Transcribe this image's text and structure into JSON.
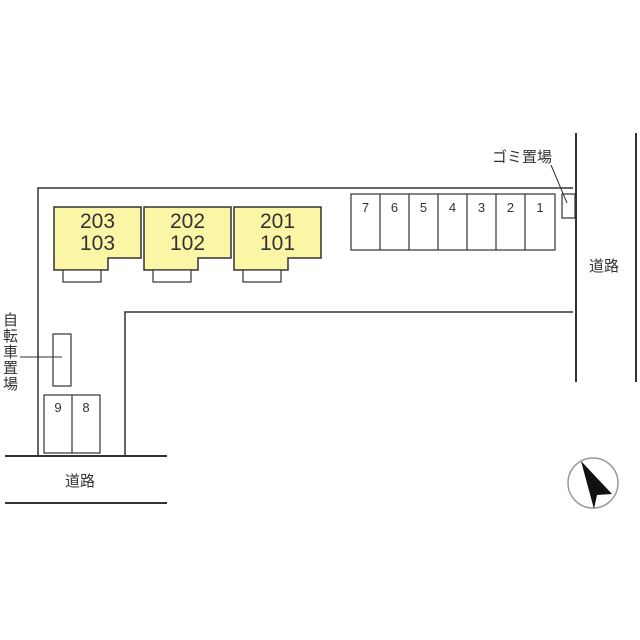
{
  "site_plan": {
    "units": [
      {
        "upper": "203",
        "lower": "103"
      },
      {
        "upper": "202",
        "lower": "102"
      },
      {
        "upper": "201",
        "lower": "101"
      }
    ],
    "parking_top": [
      "7",
      "6",
      "5",
      "4",
      "3",
      "2",
      "1"
    ],
    "parking_bottom": [
      "9",
      "8"
    ],
    "labels": {
      "garbage": "ゴミ置場",
      "bicycle": "自転車置場",
      "road_east": "道路",
      "road_south": "道路"
    },
    "compass_icon": "north-arrow-icon",
    "colors": {
      "unit_fill": "#fbf5a6",
      "line": "#333333"
    }
  }
}
